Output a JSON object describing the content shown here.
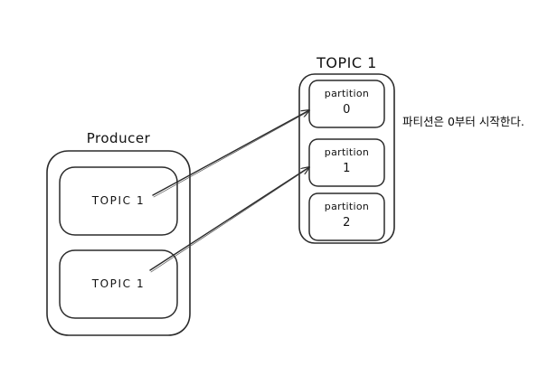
{
  "diagram": {
    "background_color": "#ffffff",
    "stroke_color": "#2b2b2b",
    "text_color": "#111111",
    "producer": {
      "title": "Producer",
      "messages": [
        {
          "label": "TOPIC 1"
        },
        {
          "label": "TOPIC 1"
        }
      ]
    },
    "topic": {
      "title": "TOPIC 1",
      "partitions": [
        {
          "name": "partition",
          "index": "0"
        },
        {
          "name": "partition",
          "index": "1"
        },
        {
          "name": "partition",
          "index": "2"
        }
      ]
    },
    "arrows": [
      {
        "from": "producer-message-1",
        "to": "partition-0"
      },
      {
        "from": "producer-message-2",
        "to": "partition-1"
      }
    ],
    "annotation": {
      "text": "파티션은 0부터 시작한다."
    }
  }
}
